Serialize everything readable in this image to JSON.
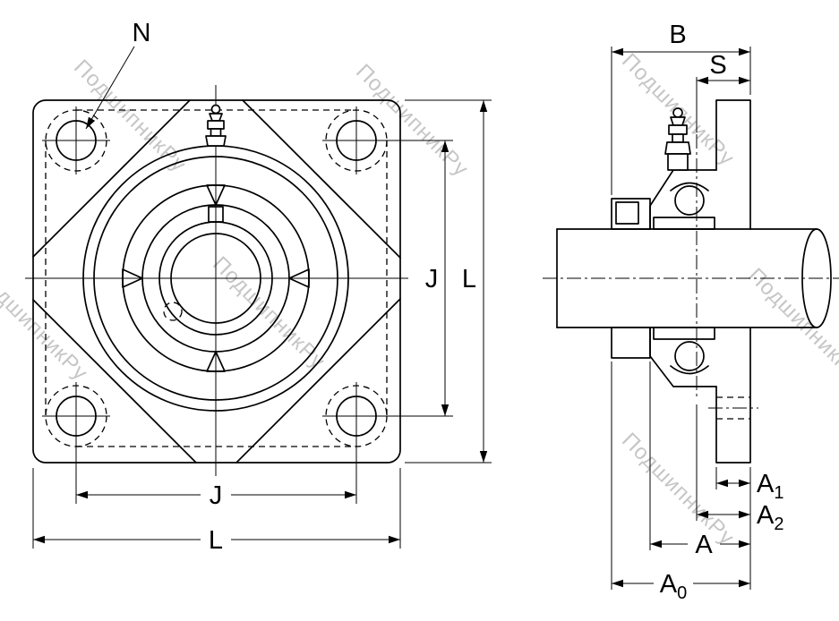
{
  "colors": {
    "line": "#000000",
    "watermark": "#c6c6c6",
    "background": "#ffffff"
  },
  "watermark": {
    "text": "ПодшипникРу"
  },
  "front_view": {
    "dim_labels": {
      "bolt_hole_diameter": "N",
      "bolt_circle_vertical": "J",
      "flange_height": "L",
      "bolt_circle_horizontal": "J",
      "flange_width": "L"
    }
  },
  "side_view": {
    "dim_labels": {
      "unit_width": "B",
      "flange_offset": "S",
      "a1": {
        "main": "A",
        "sub": "1"
      },
      "a2": {
        "main": "A",
        "sub": "2"
      },
      "a": "A",
      "a0": {
        "main": "A",
        "sub": "0"
      }
    }
  }
}
